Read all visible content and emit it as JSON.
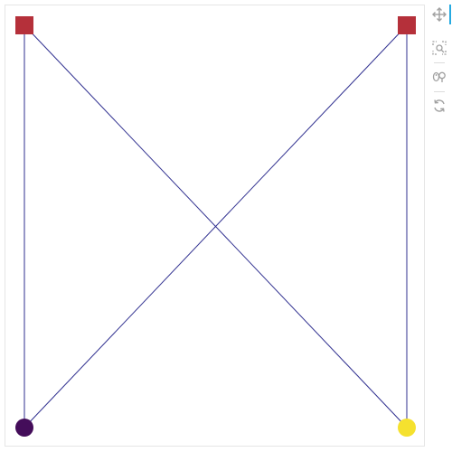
{
  "graph": {
    "nodes": [
      {
        "id": "a",
        "shape": "square",
        "color": "#b5303a",
        "x": 0,
        "y": 1
      },
      {
        "id": "b",
        "shape": "square",
        "color": "#b5303a",
        "x": 1,
        "y": 1
      },
      {
        "id": "c",
        "shape": "circle",
        "color": "#440d5a",
        "x": 0,
        "y": 0
      },
      {
        "id": "d",
        "shape": "circle",
        "color": "#f5e12e",
        "x": 1,
        "y": 0
      }
    ],
    "edges": [
      {
        "from": "a",
        "to": "c"
      },
      {
        "from": "a",
        "to": "d"
      },
      {
        "from": "b",
        "to": "c"
      },
      {
        "from": "b",
        "to": "d"
      }
    ],
    "edge_color": "#2f2f8f"
  },
  "toolbar": {
    "tools": [
      {
        "name": "pan-tool",
        "icon": "move-icon",
        "active": true
      },
      {
        "name": "box-zoom-tool",
        "icon": "box-zoom-icon",
        "active": false
      },
      {
        "name": "wheel-zoom-tool",
        "icon": "wheel-zoom-icon",
        "active": false
      },
      {
        "name": "reset-tool",
        "icon": "reset-icon",
        "active": false
      }
    ],
    "accent_color": "#26aae1",
    "icon_color": "#a0a0a0"
  }
}
